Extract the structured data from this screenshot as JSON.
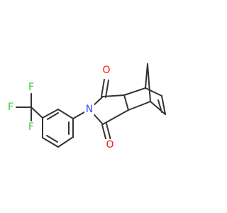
{
  "molecule": {
    "atoms": {
      "oxygen_top": "O",
      "oxygen_bottom": "O",
      "nitrogen": "N",
      "fluorine_top": "F",
      "fluorine_left": "F",
      "fluorine_bottom": "F"
    },
    "colors": {
      "bond": "#333333",
      "oxygen": "#ff0d0d",
      "nitrogen": "#3050f8",
      "fluorine": "#33cc33"
    }
  }
}
